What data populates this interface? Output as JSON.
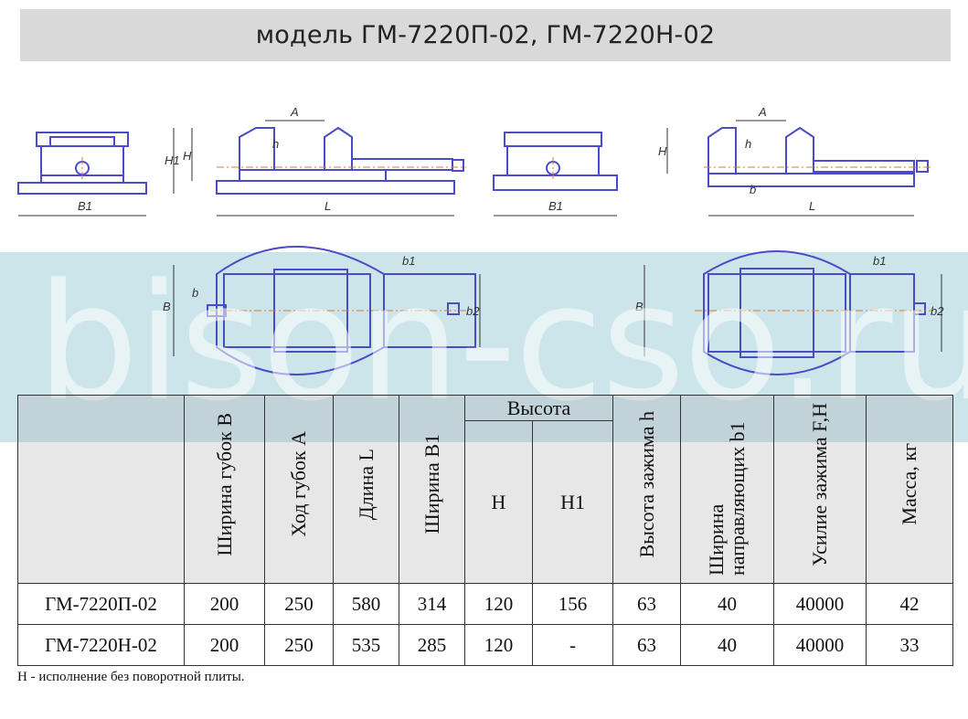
{
  "title": "модель ГМ-7220П-02, ГМ-7220Н-02",
  "watermark": "bison-cso.ru",
  "drawing_labels": {
    "A": "A",
    "h": "h",
    "H": "H",
    "H1": "H1",
    "B1": "B1",
    "L": "L",
    "B": "B",
    "b": "b",
    "b1": "b1",
    "b2": "b2"
  },
  "table": {
    "header": {
      "b": "Ширина губок B",
      "a": "Ход губок A",
      "l": "Длина L",
      "b1": "Ширина B1",
      "height_group": "Высота",
      "h_big": "H",
      "h1": "H1",
      "h_clamp": "Высота зажима h",
      "guides": "Ширина направляющих b1",
      "force": "Усилие зажима F,H",
      "mass": "Масса, кг"
    },
    "rows": [
      {
        "model": "ГМ-7220П-02",
        "b": "200",
        "a": "250",
        "l": "580",
        "b1": "314",
        "h": "120",
        "h1": "156",
        "hz": "63",
        "guides": "40",
        "force": "40000",
        "mass": "42"
      },
      {
        "model": "ГМ-7220Н-02",
        "b": "200",
        "a": "250",
        "l": "535",
        "b1": "285",
        "h": "120",
        "h1": "-",
        "hz": "63",
        "guides": "40",
        "force": "40000",
        "mass": "33"
      }
    ]
  },
  "footnote": "Н - исполнение без поворотной плиты.",
  "colors": {
    "outline": "#4b4bc8",
    "dim": "#333333",
    "center": "#e07a2a",
    "title_bg": "#d9d9d9",
    "band": "#8fc6d3"
  }
}
